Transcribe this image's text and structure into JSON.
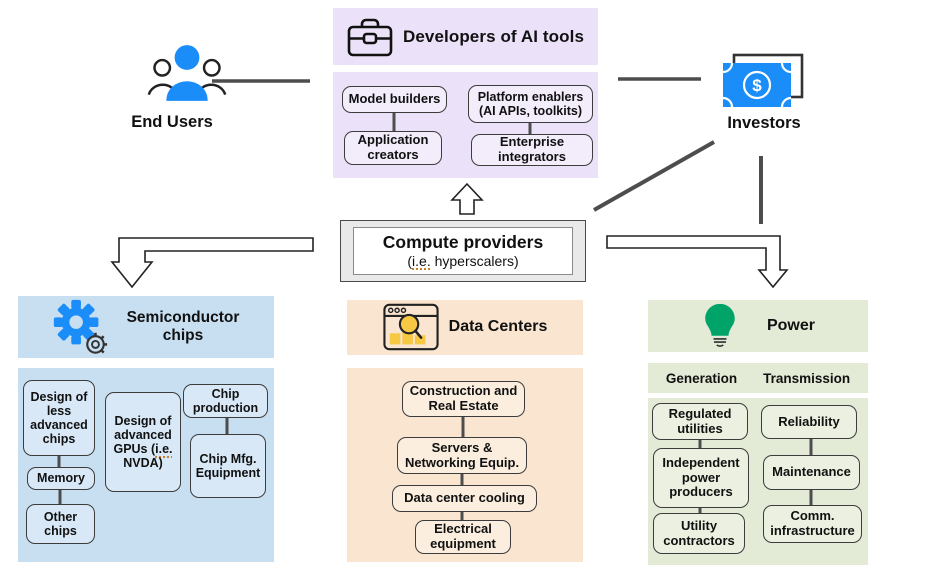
{
  "colors": {
    "accent_blue": "#1B8DF9",
    "accent_green": "#00A469",
    "accent_yellow": "#F7C843",
    "purple_band": "#EBE2F9",
    "blue_band": "#C8DEF1",
    "peach_band": "#FAE5D1",
    "green_band": "#E3EAD6",
    "line": "#4D4D4D"
  },
  "actors": {
    "end_users": {
      "label": "End Users",
      "icon": "users-icon"
    },
    "investors": {
      "label": "Investors",
      "icon": "money-icon"
    }
  },
  "developers": {
    "title": "Developers of AI tools",
    "icon": "toolbox-icon",
    "model_builders": "Model builders",
    "application_creators": "Application creators",
    "platform_enablers": "Platform enablers (AI APIs, toolkits)",
    "enterprise_integrators": "Enterprise integrators"
  },
  "compute": {
    "title": "Compute providers",
    "subtitle_pre": "(",
    "subtitle_ie": "i.e.",
    "subtitle_post": " hyperscalers)"
  },
  "semiconductor": {
    "title": "Semiconductor chips",
    "icon": "gear-icon",
    "design_less": "Design of less advanced chips",
    "memory": "Memory",
    "other_chips": "Other chips",
    "gpu_pre": "Design of advanced GPUs (",
    "gpu_ie": "i.e.",
    "gpu_post": " NVDA)",
    "chip_production": "Chip production",
    "chip_mfg": "Chip Mfg. Equipment"
  },
  "data_centers": {
    "title": "Data Centers",
    "icon": "browser-chart-icon",
    "construction": "Construction and Real Estate",
    "servers": "Servers & Networking Equip.",
    "cooling": "Data center cooling",
    "electrical": "Electrical equipment"
  },
  "power": {
    "title": "Power",
    "icon": "bulb-icon",
    "col_generation": "Generation",
    "col_transmission": "Transmission",
    "regulated": "Regulated utilities",
    "independent": "Independent power producers",
    "utility": "Utility contractors",
    "reliability": "Reliability",
    "maintenance": "Maintenance",
    "comm": "Comm. infrastructure"
  }
}
